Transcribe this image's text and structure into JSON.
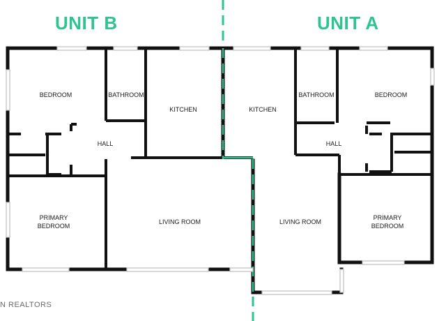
{
  "units": {
    "unit_b_title": "UNIT B",
    "unit_a_title": "UNIT A"
  },
  "rooms": {
    "b_bedroom": "BEDROOM",
    "b_bathroom": "BATHROOM",
    "b_kitchen": "KITCHEN",
    "b_hall": "HALL",
    "b_primary_bedroom": "PRIMARY\nBEDROOM",
    "b_living_room": "LIVING ROOM",
    "a_kitchen": "KITCHEN",
    "a_bathroom": "BATHROOM",
    "a_bedroom": "BEDROOM",
    "a_hall": "HALL",
    "a_living_room": "LIVING ROOM",
    "a_primary_bedroom": "PRIMARY\nBEDROOM"
  },
  "watermark": "N REALTORS",
  "colors": {
    "accent": "#2fc48f",
    "wall": "#111111",
    "window": "#bfbfbf"
  }
}
